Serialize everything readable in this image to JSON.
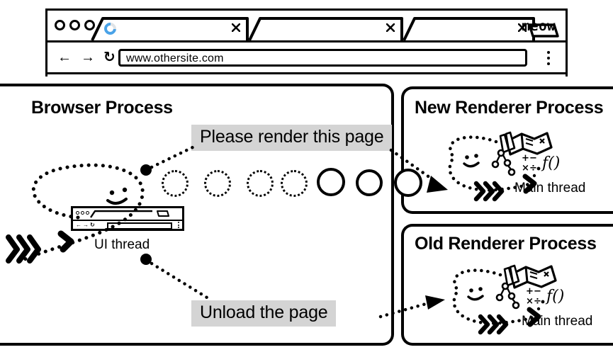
{
  "browser_window": {
    "window_dots": [
      "dot",
      "dot",
      "dot"
    ],
    "tabs": [
      {
        "name": "tab-active",
        "active": true,
        "loading": true,
        "close_label": "×"
      },
      {
        "name": "tab-2",
        "active": false,
        "loading": false,
        "close_label": "×"
      },
      {
        "name": "tab-3",
        "active": false,
        "loading": false,
        "close_label": "×"
      }
    ],
    "new_tab_label": "+",
    "brand": "meow",
    "nav": {
      "back": "←",
      "forward": "→",
      "reload": "↻"
    },
    "url": "www.othersite.com",
    "menu_icon": "kebab-menu-icon"
  },
  "processes": {
    "browser": {
      "title": "Browser Process",
      "thread_label": "UI thread",
      "icon": "mini-browser-icon",
      "face": "smiley-face"
    },
    "new_renderer": {
      "title": "New Renderer Process",
      "thread_label": "Main thread",
      "face": "smiley-face",
      "work_icons": [
        "book-icon",
        "pencils-icon",
        "node-tree-icon",
        "math-symbols-icon",
        "function-icon"
      ]
    },
    "old_renderer": {
      "title": "Old Renderer Process",
      "thread_label": "Main thread",
      "face": "smiley-face",
      "work_icons": [
        "book-icon",
        "pencils-icon",
        "node-tree-icon",
        "math-symbols-icon",
        "function-icon"
      ]
    }
  },
  "messages": {
    "render": "Please render this page",
    "unload": "Unload the page"
  },
  "task_queue": {
    "pending_count": 4,
    "active_count": 3,
    "pending_style": "dotted-circle",
    "active_style": "solid-circle"
  },
  "colors": {
    "ink": "#000000",
    "label_bg": "#d4d4d4",
    "spinner": "#4aa3e8",
    "page_bg": "#ffffff"
  }
}
